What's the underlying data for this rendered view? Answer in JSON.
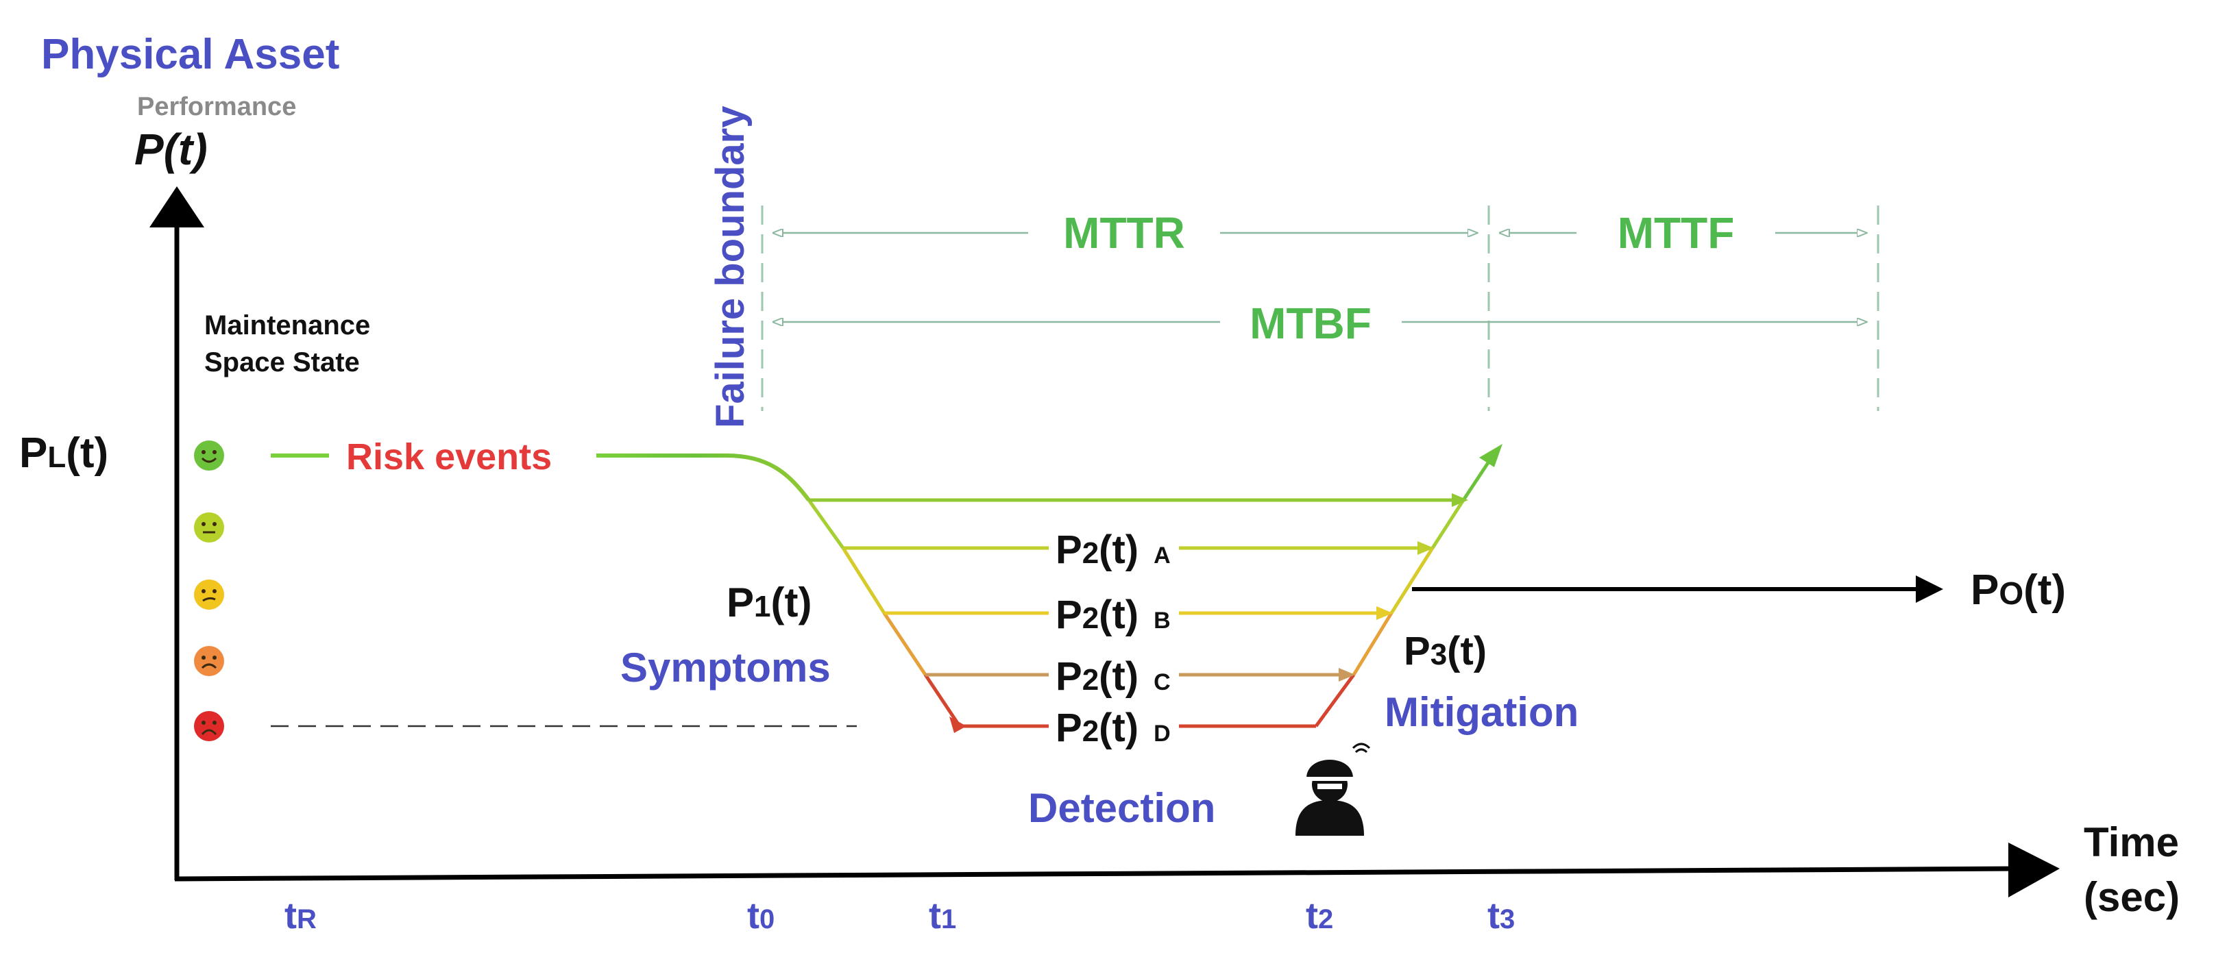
{
  "title": "Physical Asset",
  "subtitle": "Performance",
  "y_axis_label": "P(t)",
  "x_axis_label": [
    "Time",
    "(sec)"
  ],
  "state_label": [
    "Maintenance",
    "Space State"
  ],
  "failure_boundary": "Failure boundary",
  "intervals": {
    "mttr": "MTTR",
    "mttf": "MTTF",
    "mtbf": "MTBF"
  },
  "risk_events": "Risk events",
  "pl": {
    "main": "P",
    "sub": "L",
    "tail": "(t)"
  },
  "p1": {
    "main": "P",
    "sub": "1",
    "tail": "(t)"
  },
  "p3": {
    "main": "P",
    "sub": "3",
    "tail": "(t)"
  },
  "po": {
    "main": "P",
    "sub": "O",
    "tail": "(t)"
  },
  "p2_levels": [
    {
      "main": "P",
      "sub": "2",
      "tail": "(t)",
      "level": "A"
    },
    {
      "main": "P",
      "sub": "2",
      "tail": "(t)",
      "level": "B"
    },
    {
      "main": "P",
      "sub": "2",
      "tail": "(t)",
      "level": "C"
    },
    {
      "main": "P",
      "sub": "2",
      "tail": "(t)",
      "level": "D"
    }
  ],
  "phases": {
    "symptoms": "Symptoms",
    "detection": "Detection",
    "mitigation": "Mitigation"
  },
  "time_ticks": [
    {
      "main": "t",
      "sub": "R"
    },
    {
      "main": "t",
      "sub": "0"
    },
    {
      "main": "t",
      "sub": "1"
    },
    {
      "main": "t",
      "sub": "2"
    },
    {
      "main": "t",
      "sub": "3"
    }
  ],
  "state_faces": [
    {
      "mood": "happy",
      "color": "#6cc23a"
    },
    {
      "mood": "neutral",
      "color": "#b6d12a"
    },
    {
      "mood": "uneasy",
      "color": "#f2c41e"
    },
    {
      "mood": "sad",
      "color": "#f08a3e"
    },
    {
      "mood": "critical",
      "color": "#e02a2a"
    }
  ],
  "colors": {
    "blue": "#4a4fc4",
    "green": "#4fb84f",
    "red": "#e53a3a",
    "interval_line": "#8cb8a0"
  },
  "icons": {
    "technician": "technician-helmet-icon"
  }
}
